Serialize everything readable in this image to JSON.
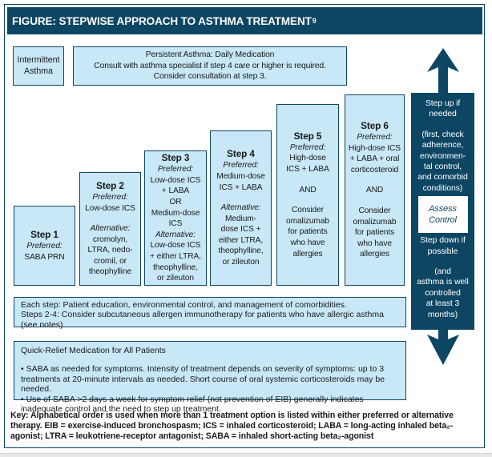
{
  "colors": {
    "navy": "#0d4663",
    "light_blue": "#c8e7f7",
    "white": "#ffffff"
  },
  "title": {
    "text": "FIGURE: STEPWISE APPROACH TO ASTHMA TREATMENT",
    "superscript": "9"
  },
  "top_row": {
    "intermittent": {
      "lines": [
        "Intermittent",
        "Asthma"
      ]
    },
    "persistent": {
      "lines": [
        "Persistent Asthma: Daily Medication",
        "Consult with asthma specialist if step 4 care or higher is required.",
        "Consider consultation at step 3."
      ]
    }
  },
  "steps": [
    {
      "title": "Step 1",
      "lines": [
        {
          "t": "Preferred:",
          "s": "i"
        },
        {
          "t": "SABA PRN"
        }
      ]
    },
    {
      "title": "Step 2",
      "lines": [
        {
          "t": "Preferred:",
          "s": "i"
        },
        {
          "t": "Low-dose ICS"
        },
        {
          "t": "",
          "s": "gap"
        },
        {
          "t": "Alternative:",
          "s": "i"
        },
        {
          "t": "cromolyn,"
        },
        {
          "t": "LTRA, nedo-"
        },
        {
          "t": "cromil, or"
        },
        {
          "t": "theophylline"
        }
      ]
    },
    {
      "title": "Step 3",
      "lines": [
        {
          "t": "Preferred:",
          "s": "i"
        },
        {
          "t": "Low-dose ICS"
        },
        {
          "t": "+ LABA"
        },
        {
          "t": "OR"
        },
        {
          "t": "Medium-dose"
        },
        {
          "t": "ICS"
        },
        {
          "t": "Alternative:",
          "s": "i"
        },
        {
          "t": "Low-dose ICS"
        },
        {
          "t": "+ either LTRA,"
        },
        {
          "t": "theophylline,"
        },
        {
          "t": "or zileuton"
        }
      ]
    },
    {
      "title": "Step 4",
      "lines": [
        {
          "t": "Preferred:",
          "s": "i"
        },
        {
          "t": "Medium-dose"
        },
        {
          "t": "ICS + LABA"
        },
        {
          "t": "",
          "s": "gap"
        },
        {
          "t": "Alternative:",
          "s": "i"
        },
        {
          "t": "Medium-"
        },
        {
          "t": "dose ICS +"
        },
        {
          "t": "either LTRA,"
        },
        {
          "t": "theophylline,"
        },
        {
          "t": "or zileuton"
        }
      ]
    },
    {
      "title": "Step 5",
      "lines": [
        {
          "t": "Preferred:",
          "s": "i"
        },
        {
          "t": "High-dose"
        },
        {
          "t": "ICS + LABA"
        },
        {
          "t": "",
          "s": "gap"
        },
        {
          "t": "AND"
        },
        {
          "t": "",
          "s": "gap"
        },
        {
          "t": "Consider"
        },
        {
          "t": "omalizumab"
        },
        {
          "t": "for patients"
        },
        {
          "t": "who have"
        },
        {
          "t": "allergies"
        }
      ]
    },
    {
      "title": "Step 6",
      "lines": [
        {
          "t": "Preferred:",
          "s": "i"
        },
        {
          "t": "High-dose ICS"
        },
        {
          "t": "+ LABA + oral"
        },
        {
          "t": "corticosteroid"
        },
        {
          "t": "",
          "s": "gap"
        },
        {
          "t": "AND"
        },
        {
          "t": "",
          "s": "gap"
        },
        {
          "t": "Consider"
        },
        {
          "t": "omalizumab"
        },
        {
          "t": "for patients"
        },
        {
          "t": "who have"
        },
        {
          "t": "allergies"
        }
      ]
    }
  ],
  "each_step_box": {
    "lines": [
      "Each step: Patient education, environmental control, and management of comorbidities.",
      "Steps 2-4: Consider subcutaneous allergen immunotherapy for patients who have allergic asthma (see notes)."
    ]
  },
  "quick_relief": {
    "heading": "Quick-Relief Medication for All Patients",
    "bullet_char": "•",
    "bullets": [
      "SABA as needed for symptoms. Intensity of treatment depends on severity of symptoms: up to 3 treatments at 20-minute intervals as needed. Short course of oral systemic corticosteroids may be needed.",
      "Use of SABA >2 days a week for symptom relief (not prevention of EIB) generally indicates inadequate control and the need to step up treatment."
    ]
  },
  "key": {
    "text": "Key: Alphabetical order is used when more than 1 treatment option is listed within either preferred or alternative therapy. EIB = exercise-induced bronchospasm; ICS = inhaled corticosteroid; LABA = long-acting inhaled beta₂-agonist; LTRA = leukotriene-receptor antagonist; SABA = inhaled short-acting beta₂-agonist"
  },
  "sidebar": {
    "top_lines": [
      {
        "t": "Step up if"
      },
      {
        "t": "needed"
      },
      {
        "t": "",
        "s": "gap"
      },
      {
        "t": "(first, check"
      },
      {
        "t": "adherence,"
      },
      {
        "t": "environmen-"
      },
      {
        "t": "tal control,"
      },
      {
        "t": "and comorbid"
      },
      {
        "t": "conditions)"
      }
    ],
    "assess": {
      "lines": [
        "Assess",
        "Control"
      ]
    },
    "bottom_lines": [
      {
        "t": "Step down if"
      },
      {
        "t": "possible"
      },
      {
        "t": "",
        "s": "gap"
      },
      {
        "t": "(and"
      },
      {
        "t": "asthma is well"
      },
      {
        "t": "controlled"
      },
      {
        "t": "at least 3"
      },
      {
        "t": "months)"
      }
    ]
  }
}
